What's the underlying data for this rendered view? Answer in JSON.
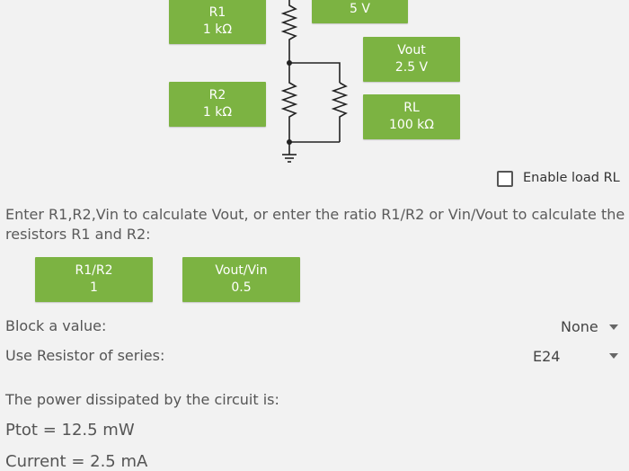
{
  "circuit": {
    "r1": {
      "name": "R1",
      "value": "1 kΩ"
    },
    "vin": {
      "value": "5 V"
    },
    "vout": {
      "name": "Vout",
      "value": "2.5 V"
    },
    "r2": {
      "name": "R2",
      "value": "1 kΩ"
    },
    "rl": {
      "name": "RL",
      "value": "100 kΩ"
    }
  },
  "enable_load": {
    "label": "Enable load RL",
    "checked": false
  },
  "instructions": "Enter R1,R2,Vin to calculate Vout, or enter the ratio R1/R2 or Vin/Vout to calculate the resistors R1 and R2:",
  "ratios": {
    "r1r2": {
      "name": "R1/R2",
      "value": "1"
    },
    "voutvin": {
      "name": "Vout/Vin",
      "value": "0.5"
    }
  },
  "block_value": {
    "label": "Block a value:",
    "selected": "None"
  },
  "series": {
    "label": "Use Resistor of series:",
    "selected": "E24"
  },
  "results": {
    "power_heading": "The power dissipated by the circuit is:",
    "ptot": "Ptot = 12.5 mW",
    "current": "Current = 2.5 mA"
  },
  "colors": {
    "button_green": "#7cb342",
    "background": "#f2f2f2"
  }
}
